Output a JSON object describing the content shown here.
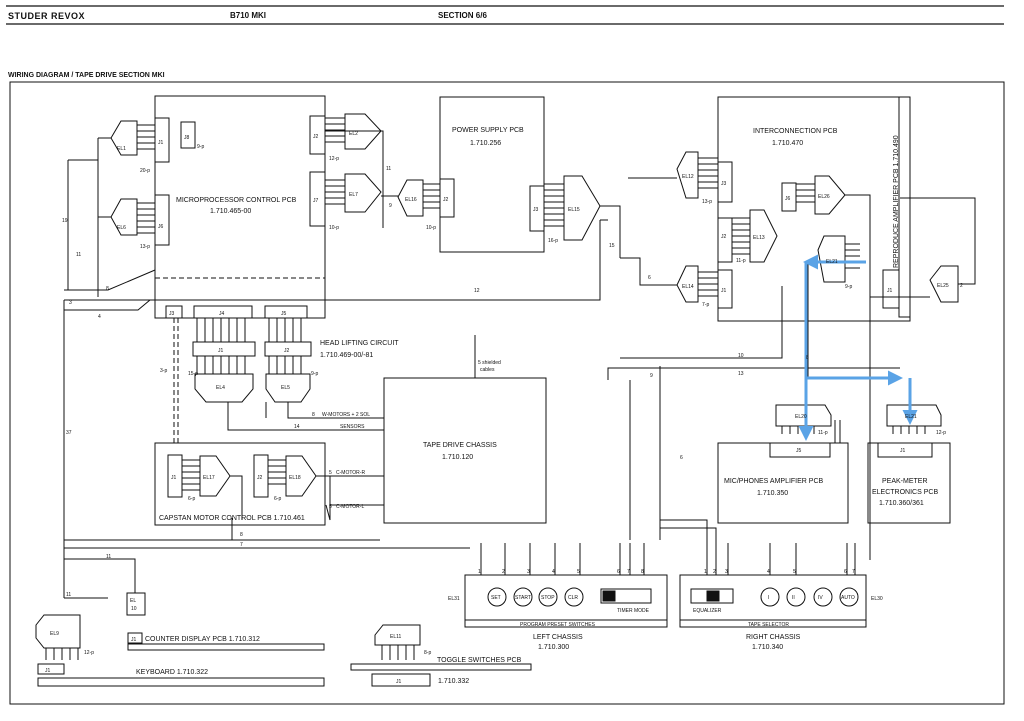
{
  "header": {
    "brand": "STUDER REVOX",
    "model": "B710 MKI",
    "section": "SECTION 6/6"
  },
  "title": "WIRING DIAGRAM / TAPE DRIVE SECTION MKI",
  "colors": {
    "ink": "#111111",
    "highlight": "#5aa3e6"
  },
  "boards": {
    "micro": {
      "name": "MICROPROCESSOR CONTROL PCB",
      "num": "1.710.465-00"
    },
    "power": {
      "name": "POWER SUPPLY PCB",
      "num": "1.710.256"
    },
    "inter": {
      "name": "INTERCONNECTION PCB",
      "num": "1.710.470"
    },
    "reproduce": "REPRODUCE AMPLIFIER PCB   1.710.490",
    "head": {
      "name": "HEAD LIFTING CIRCUIT",
      "num": "1.710.469-00/-81"
    },
    "tape": {
      "name": "TAPE DRIVE CHASSIS",
      "num": "1.710.120"
    },
    "capstan": "CAPSTAN MOTOR CONTROL PCB   1.710.461",
    "mic": {
      "name": "MIC/PHONES AMPLIFIER PCB",
      "num": "1.710.350"
    },
    "peak": {
      "l1": "PEAK-METER",
      "l2": "ELECTRONICS PCB",
      "num": "1.710.360/361"
    },
    "counter": "COUNTER DISPLAY PCB   1.710.312",
    "keyboard": "KEYBOARD   1.710.322",
    "toggle": "TOGGLE SWITCHES PCB",
    "toggle_num": "1.710.332",
    "left": {
      "name": "LEFT CHASSIS",
      "num": "1.710.300",
      "bar": "PROGRAM PRESET SWITCHES",
      "mode": "TIMER MODE"
    },
    "right": {
      "name": "RIGHT CHASSIS",
      "num": "1.710.340",
      "bar": "TAPE SELECTOR",
      "eq": "EQUALIZER"
    }
  },
  "connectors": {
    "J1": "J1",
    "J2": "J2",
    "J3": "J3",
    "J4": "J4",
    "J5": "J5",
    "J6": "J6",
    "J7": "J7",
    "J8": "J8"
  },
  "pins": {
    "p20": "20-p",
    "p13": "13-p",
    "p12": "12-p",
    "p10": "10-p",
    "p9": "9-p",
    "p16": "16-p",
    "p11": "11-p",
    "p7": "7-p",
    "p15": "15-p",
    "p6": "6-p",
    "p8": "8-p",
    "p3": "3-p"
  },
  "elements": {
    "EL1": "EL1",
    "EL2": "EL2",
    "EL4": "EL4",
    "EL5": "EL5",
    "EL6": "EL6",
    "EL7": "EL7",
    "EL9": "EL9",
    "EL10a": "EL",
    "EL10b": "10",
    "EL11": "EL11",
    "EL12": "EL12",
    "EL13": "EL13",
    "EL14": "EL14",
    "EL15": "EL15",
    "EL16": "EL16",
    "EL17": "EL17",
    "EL18": "EL18",
    "EL20": "EL20",
    "EL21": "EL21",
    "EL25": "EL25",
    "EL26": "EL26",
    "EL30": "EL30",
    "EL31": "EL31"
  },
  "cables": {
    "wmotor": "W-MOTORS + 2 SOL",
    "sensors": "SENSORS",
    "cmotorr": "C-MOTOR-R",
    "cmotorl": "C-MOTOR-L",
    "shielded1": "5 shielded",
    "shielded2": "cables"
  },
  "wire_counts": {
    "n11a": "11",
    "n9": "9",
    "n19": "19",
    "n11b": "11",
    "n8a": "8",
    "n3": "3",
    "n4": "4",
    "n12": "12",
    "n15": "15",
    "n6a": "6",
    "n2": "2",
    "n14": "14",
    "n8b": "8",
    "n5a": "5",
    "n5b": "5",
    "n37": "37",
    "n8c": "8",
    "n7": "7",
    "n11c": "11",
    "n11d": "11",
    "n10": "10",
    "n13": "13",
    "n9b": "9",
    "n6b": "6",
    "n8d": "8"
  },
  "left_switches": {
    "pins": [
      "1",
      "2",
      "3",
      "4",
      "5",
      "6",
      "7",
      "8"
    ],
    "buttons": [
      "SET",
      "START",
      "STOP",
      "CLR"
    ]
  },
  "right_switches": {
    "pins": [
      "1",
      "2",
      "3",
      "4",
      "5",
      "6",
      "7"
    ],
    "buttons": [
      "I",
      "II",
      "IV",
      "AUTO"
    ]
  }
}
